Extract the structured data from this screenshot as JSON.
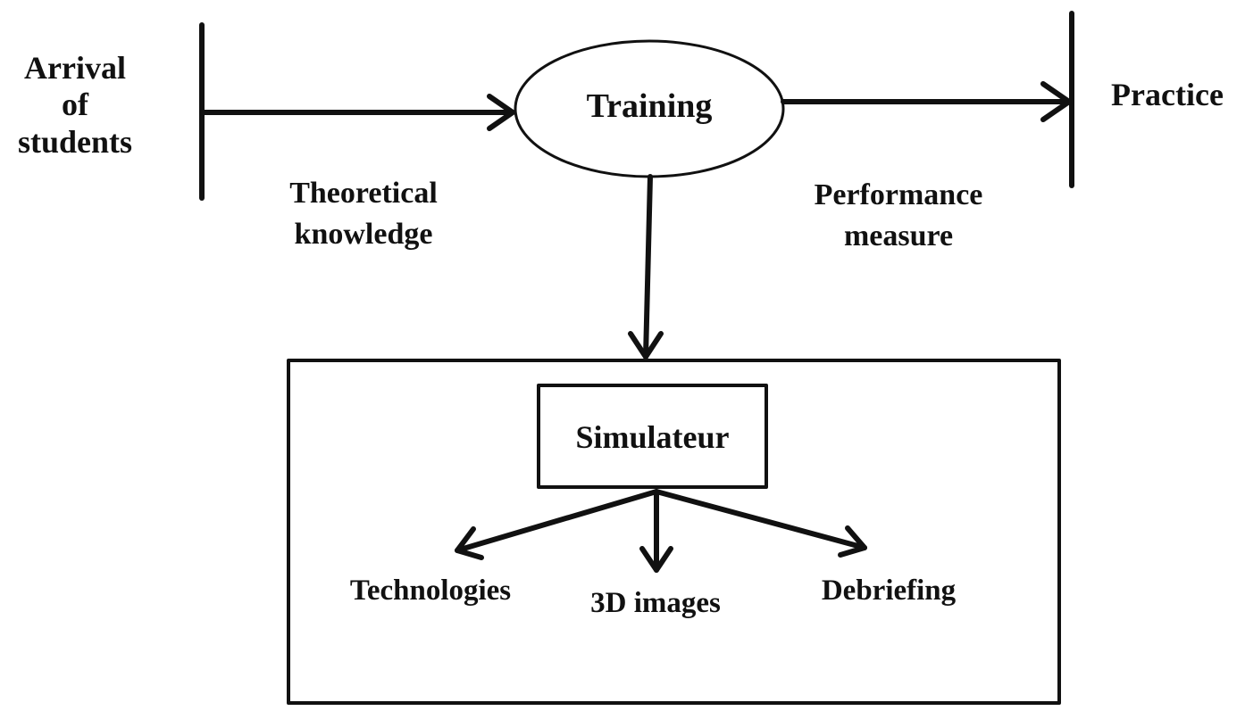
{
  "diagram": {
    "start_label": [
      "Arrival",
      "of",
      "students"
    ],
    "center_node": "Training",
    "end_label": "Practice",
    "left_edge_label": [
      "Theoretical",
      "knowledge"
    ],
    "right_edge_label": [
      "Performance",
      "measure"
    ],
    "inner_box": "Simulateur",
    "outputs": [
      "Technologies",
      "3D images",
      "Debriefing"
    ]
  },
  "colors": {
    "stroke": "#111111",
    "background": "#ffffff"
  }
}
